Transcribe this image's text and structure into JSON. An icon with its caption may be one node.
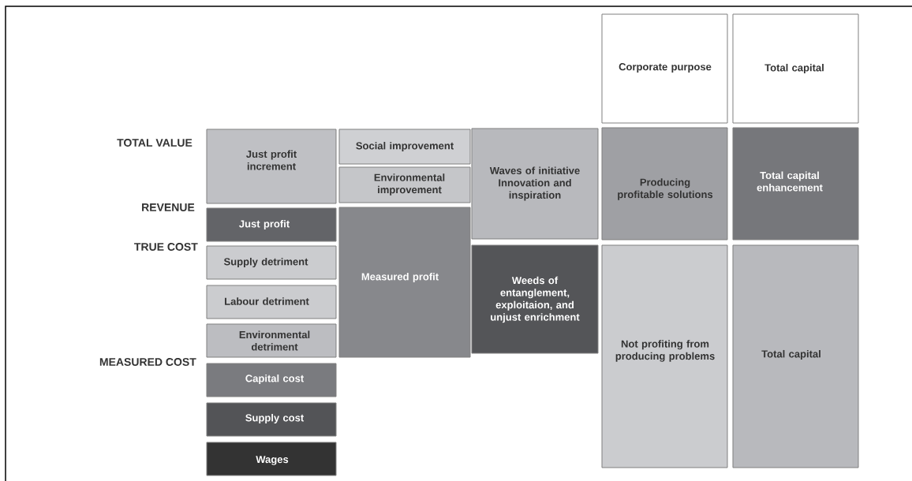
{
  "diagram": {
    "nodes": [
      {
        "text": [
          "Just profit increment"
        ]
      },
      {
        "text": [
          "Just profit"
        ]
      },
      {
        "text": [
          "Supply detriment"
        ]
      },
      {
        "text": [
          "Labour detriment"
        ]
      },
      {
        "text": [
          "Environmental detriment"
        ]
      },
      {
        "text": [
          "Capital cost"
        ]
      },
      {
        "text": [
          "Supply cost"
        ]
      },
      {
        "text": [
          "Wages"
        ]
      },
      {
        "text": [
          "Social improvement"
        ]
      },
      {
        "text": [
          "Environmental improvement"
        ]
      },
      {
        "text": [
          "Measured profit"
        ]
      },
      {
        "text": [
          "Waves of initiative Innovation and inspiration"
        ]
      },
      {
        "text": [
          "Weeds of entanglement, exploitaion, and unjust enrichment"
        ]
      },
      {
        "text": [
          "Corporate purpose"
        ]
      },
      {
        "text": [
          "Producing profitable solutions"
        ]
      },
      {
        "text": [
          "Not profiting from producing problems"
        ]
      },
      {
        "text": [
          "Total capital"
        ]
      },
      {
        "text": [
          "Total capital enhancement"
        ]
      },
      {
        "text": [
          "Total capital"
        ]
      }
    ],
    "labels": [
      "TOTAL VALUE",
      "REVENUE",
      "TRUE COST",
      "MEASURED COST"
    ]
  }
}
